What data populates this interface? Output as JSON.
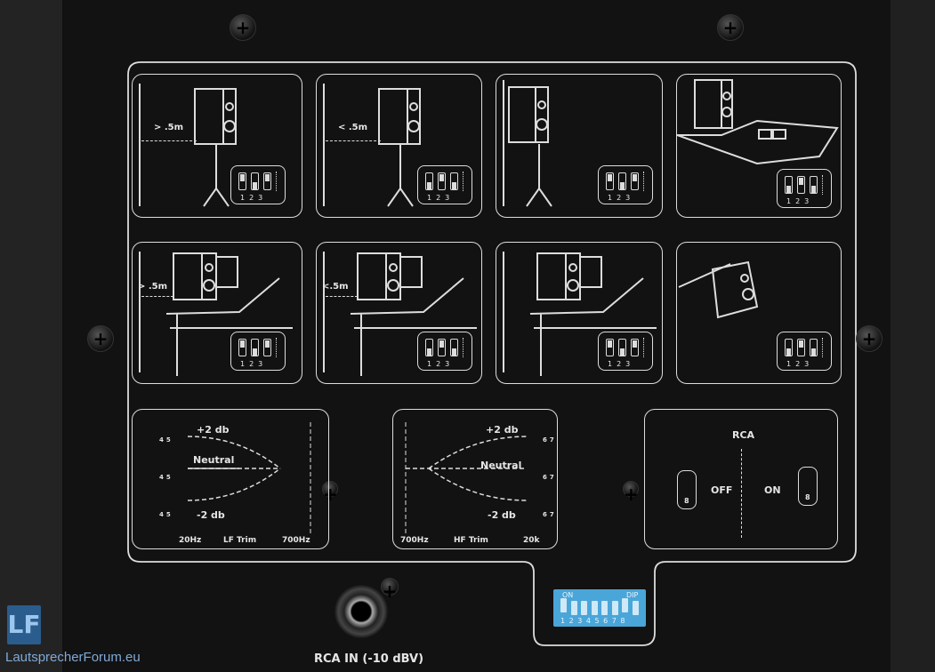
{
  "placement_cards": [
    {
      "distance_label": "> .5m",
      "dip_numbers": "123"
    },
    {
      "distance_label": "< .5m",
      "dip_numbers": "123"
    },
    {
      "distance_label": "",
      "dip_numbers": "123"
    },
    {
      "distance_label": "",
      "dip_numbers": "123"
    },
    {
      "distance_label": "> .5m",
      "dip_numbers": "123"
    },
    {
      "distance_label": "<.5m",
      "dip_numbers": "123"
    },
    {
      "distance_label": "",
      "dip_numbers": "123"
    },
    {
      "distance_label": "",
      "dip_numbers": "123"
    }
  ],
  "lf_trim": {
    "plus": "+2 db",
    "neutral": "Neutral",
    "minus": "-2 db",
    "low": "20Hz",
    "title": "LF Trim",
    "high": "700Hz",
    "switches": "45"
  },
  "hf_trim": {
    "plus": "+2 db",
    "neutral": "Neutral",
    "minus": "-2 db",
    "low": "700Hz",
    "title": "HF Trim",
    "high": "20k",
    "switches": "67"
  },
  "rca": {
    "title": "RCA",
    "off": "OFF",
    "on": "ON",
    "switch": "8"
  },
  "dip_switch": {
    "on_label": "ON",
    "dip_label": "DIP",
    "numbers": "1 2 3 4 5 6 7 8",
    "accent": "#4aa6d9"
  },
  "input_label": "RCA IN (-10 dBV)",
  "watermark": {
    "logo": "LF",
    "site": "LautsprecherForum.eu"
  }
}
